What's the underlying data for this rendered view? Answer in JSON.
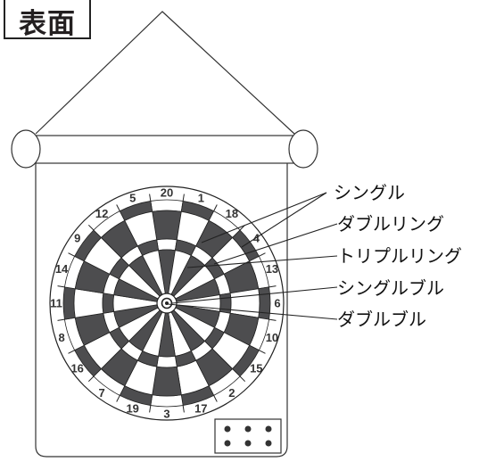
{
  "title": "表面",
  "board_numbers": [
    "20",
    "1",
    "18",
    "4",
    "13",
    "6",
    "10",
    "15",
    "2",
    "17",
    "3",
    "19",
    "7",
    "16",
    "8",
    "11",
    "14",
    "9",
    "12",
    "5"
  ],
  "callouts": [
    {
      "text": "シングル"
    },
    {
      "text": "ダブルリング"
    },
    {
      "text": "トリプルリング"
    },
    {
      "text": "シングルブル"
    },
    {
      "text": "ダブルブル"
    }
  ],
  "colors": {
    "dark": "#4d4d4f",
    "light": "#ffffff",
    "line": "#222222"
  },
  "icons": {
    "spare_darts": "dot-grid-icon"
  }
}
